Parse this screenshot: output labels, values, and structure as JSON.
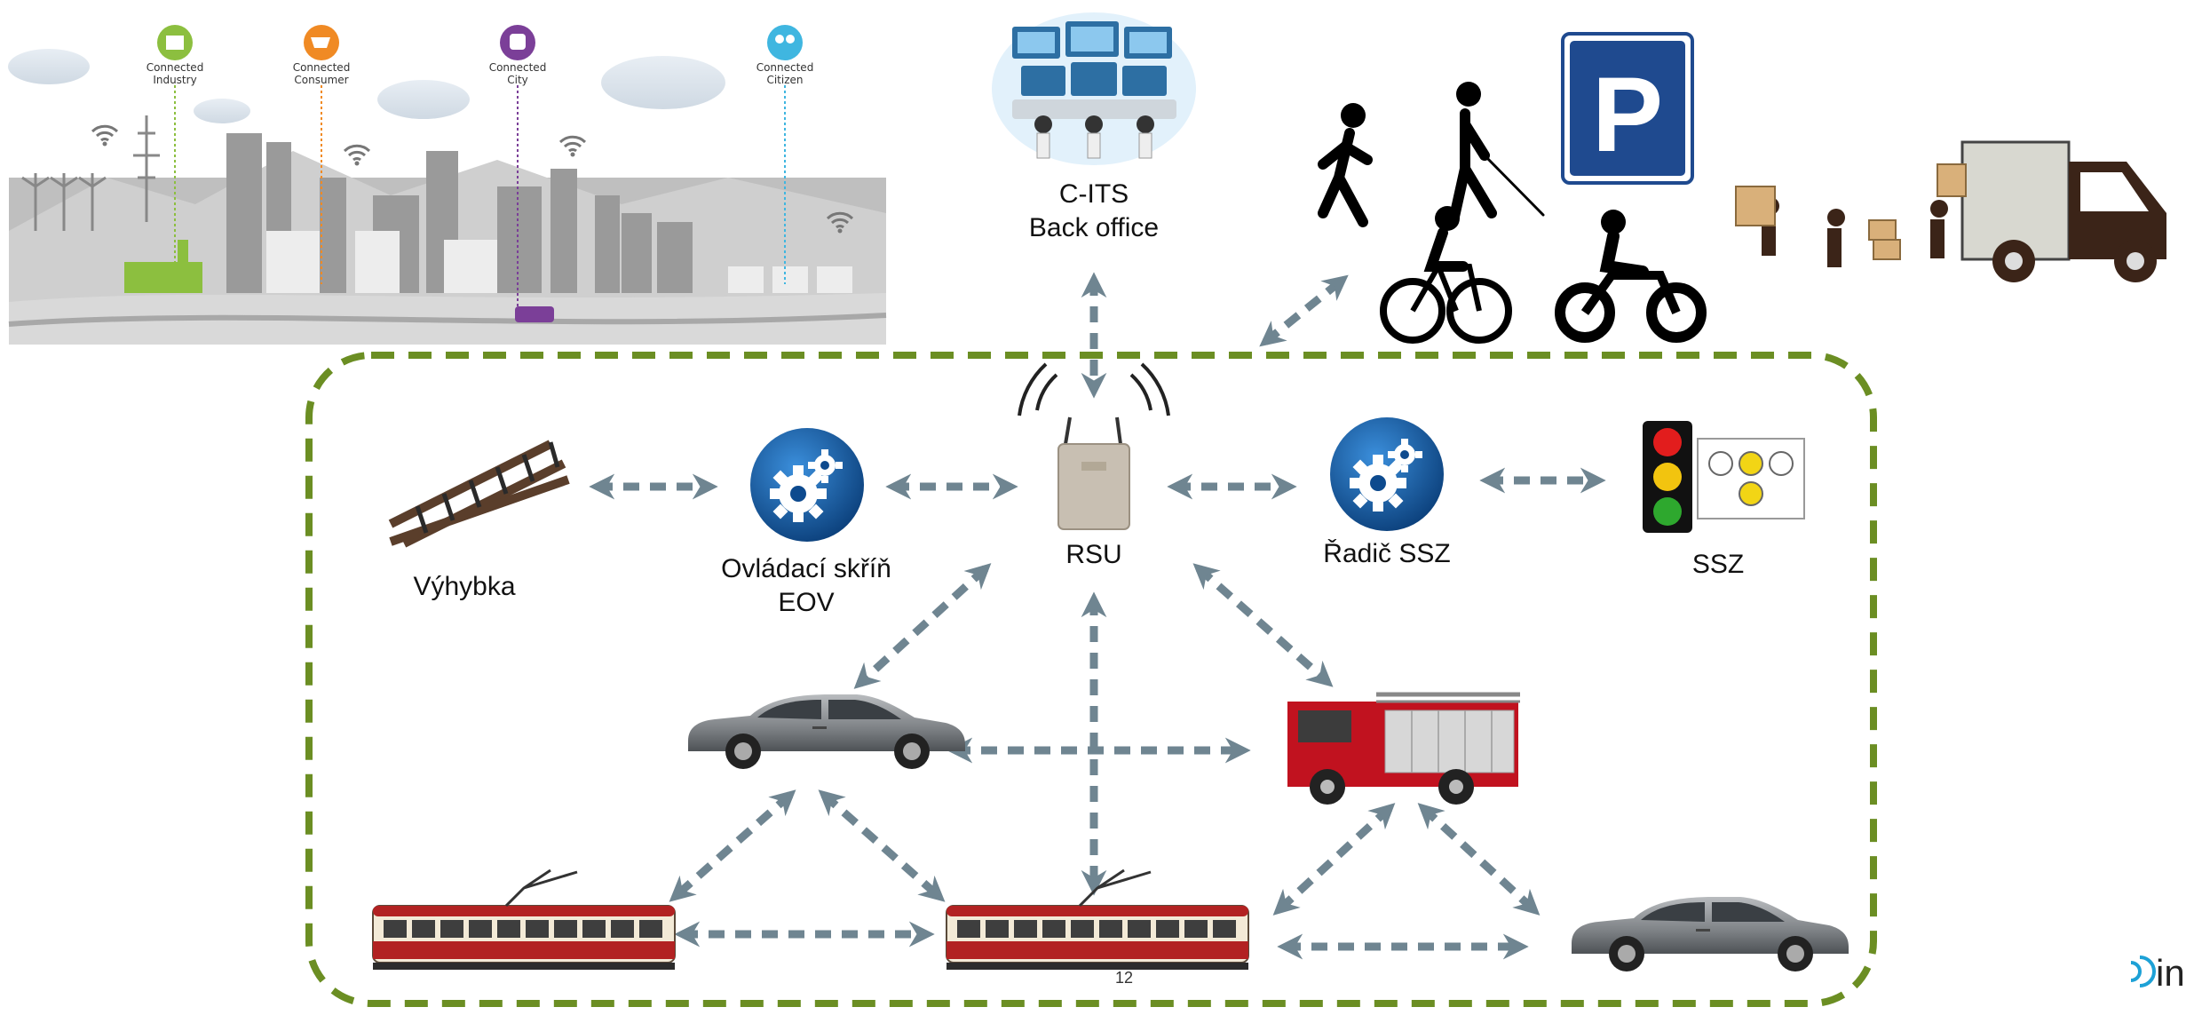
{
  "city_banner": {
    "categories": [
      {
        "label_line1": "Connected",
        "label_line2": "Industry",
        "color": "#8cbf3f"
      },
      {
        "label_line1": "Connected",
        "label_line2": "Consumer",
        "color": "#f08a24"
      },
      {
        "label_line1": "Connected",
        "label_line2": "City",
        "color": "#7b3f98"
      },
      {
        "label_line1": "Connected",
        "label_line2": "Citizen",
        "color": "#3fb6e0"
      }
    ]
  },
  "backoffice": {
    "line1": "C-ITS",
    "line2": "Back office"
  },
  "parking_sign": {
    "letter": "P"
  },
  "nodes": {
    "switch": "Výhybka",
    "cabinet_line1": "Ovládací skříň",
    "cabinet_line2": "EOV",
    "rsu": "RSU",
    "controller": "Řadič SSZ",
    "signal": "SSZ"
  },
  "page_number": "12",
  "logo_fragment": "in",
  "colors": {
    "boundary": "#6b8e23",
    "arrow": "#6f8591",
    "gear_dark": "#0b4a8f",
    "gear_light": "#2a7fcf",
    "parking_blue": "#1f4a8f",
    "fire_red": "#c1121f",
    "tram_red": "#b22222",
    "tram_cream": "#f3ead7",
    "logo_blue": "#1da1d6"
  },
  "icons": [
    "wifi-icon",
    "gear-icon",
    "traffic-light-icon",
    "parking-icon",
    "pedestrian-icon",
    "cyclist-icon",
    "motorcycle-icon",
    "delivery-truck-icon"
  ]
}
